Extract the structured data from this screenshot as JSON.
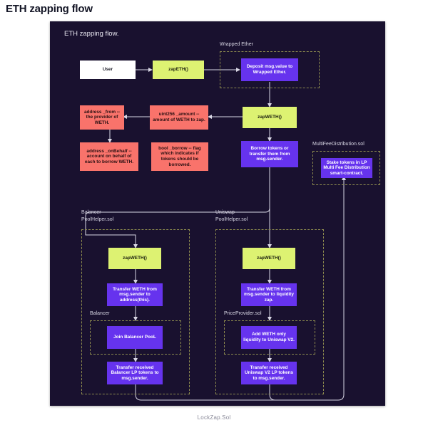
{
  "page": {
    "title": "ETH zapping flow",
    "caption": "LockZap.Sol"
  },
  "diagram": {
    "title": "ETH zapping flow.",
    "colors": {
      "background": "#19112f",
      "lime": "#ddf272",
      "purple": "#6633ee",
      "salmon": "#f9736b",
      "white": "#ffffff",
      "group_border": "#8c8a4e",
      "wire": "#d8d6e4"
    },
    "groups": [
      {
        "id": "wrapped-ether",
        "label": "Wrapped Ether"
      },
      {
        "id": "multifee",
        "label": "MultiFeeDistribution.sol"
      },
      {
        "id": "balancer-poolhelper",
        "label": "Balancer\nPoolHelper.sol"
      },
      {
        "id": "balancer-inner",
        "label": "Balancer"
      },
      {
        "id": "uniswap-poolhelper",
        "label": "Uniswap\nPoolHelper.sol"
      },
      {
        "id": "priceprovider",
        "label": "PriceProvider.sol"
      }
    ],
    "nodes": [
      {
        "id": "user",
        "label": "User",
        "style": "white"
      },
      {
        "id": "zap-eth",
        "label": "zapETH()",
        "style": "lime"
      },
      {
        "id": "deposit-weth",
        "label": "Deposit msg.value to Wrapped Ether.",
        "style": "purple"
      },
      {
        "id": "zap-weth-main",
        "label": "zapWETH()",
        "style": "lime"
      },
      {
        "id": "param-from",
        "label": "address _from -- the provider of WETH.",
        "style": "salmon"
      },
      {
        "id": "param-amount",
        "label": "uint256 _amount -- amount of WETH to zap.",
        "style": "salmon"
      },
      {
        "id": "param-onbehalf",
        "label": "address _onBehalf -- account on behalf of each to borrow WETH.",
        "style": "salmon"
      },
      {
        "id": "param-borrow",
        "label": "bool _borrow -- flag which indicates if tokens should be borrowed.",
        "style": "salmon"
      },
      {
        "id": "borrow-tokens",
        "label": "Borrow tokens or transfer them from msg.sender.",
        "style": "purple"
      },
      {
        "id": "stake-lp",
        "label": "Stake tokens in LP Multi Fee Distribution smart-contract.",
        "style": "purple"
      },
      {
        "id": "balancer-zap-weth",
        "label": "zapWETH()",
        "style": "lime"
      },
      {
        "id": "balancer-transfer-weth",
        "label": "Transfer WETH from msg.sender to address(this).",
        "style": "purple"
      },
      {
        "id": "join-balancer-pool",
        "label": "Join Balancer PooL",
        "style": "purple"
      },
      {
        "id": "balancer-transfer-lp",
        "label": "Transfer received Balancer LP tokens to msg.sender.",
        "style": "purple"
      },
      {
        "id": "uniswap-zap-weth",
        "label": "zapWETH()",
        "style": "lime"
      },
      {
        "id": "uniswap-transfer-weth",
        "label": "Transfer WETH from msg.sender to liquidity zap.",
        "style": "purple"
      },
      {
        "id": "add-liquidity",
        "label": "Add WETH only liquidity to Uniswap V2.",
        "style": "purple"
      },
      {
        "id": "uniswap-transfer-lp",
        "label": "Transfer received Uniswap V2 LP tokens to msg.sender.",
        "style": "purple"
      }
    ]
  }
}
